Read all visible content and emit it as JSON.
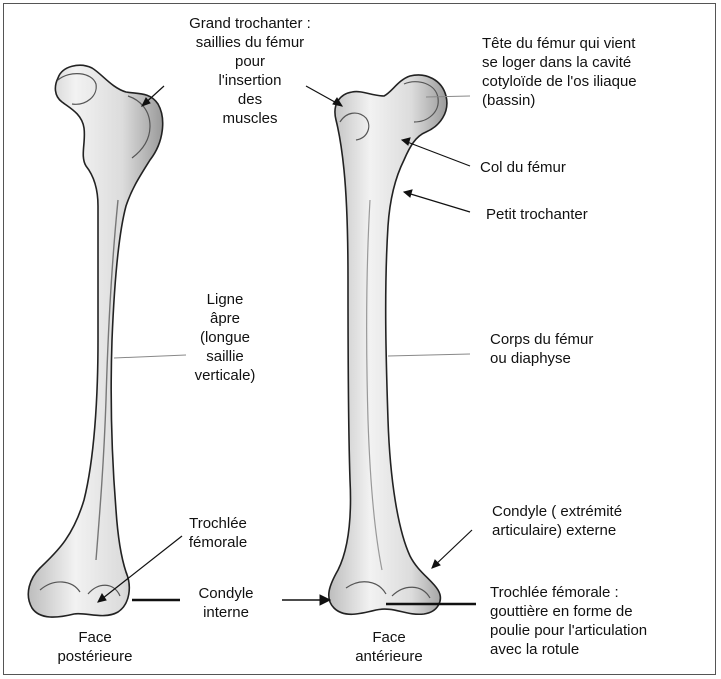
{
  "labels": {
    "grand_trochanter": "Grand trochanter :\nsaillies du fémur\npour\nl'insertion\ndes\nmuscles",
    "tete_femur": "Tête du fémur qui vient\nse loger dans la cavité\ncotyloïde de l'os iliaque\n(bassin)",
    "col_femur": "Col du fémur",
    "petit_trochanter": "Petit trochanter",
    "ligne_apre": "Ligne\nâpre\n(longue\nsaillie\nverticale)",
    "corps_femur": "Corps du fémur\nou diaphyse",
    "condyle_externe": "Condyle ( extrémité\narticulaire) externe",
    "trochlee_femorale_post": "Trochlée\nfémorale",
    "condyle_interne": "Condyle\ninterne",
    "trochlee_femorale_ant": "Trochlée fémorale :\ngouttière en forme de\npoulie pour l'articulation\navec la rotule",
    "face_posterieure": "Face\npostérieure",
    "face_anterieure": "Face\nantérieure"
  }
}
